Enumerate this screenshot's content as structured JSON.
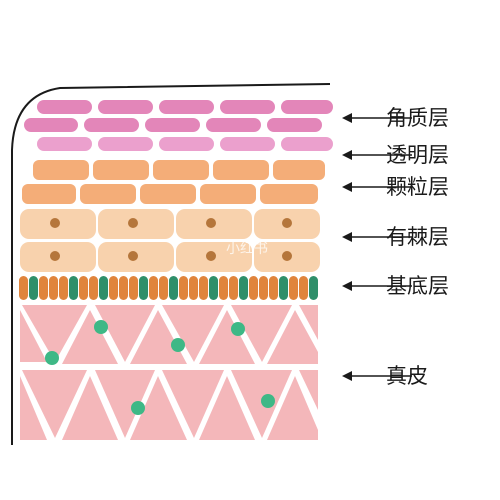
{
  "labels": {
    "stratum_corneum": "角质层",
    "stratum_lucidum": "透明层",
    "stratum_granulosum": "颗粒层",
    "stratum_spinosum": "有棘层",
    "stratum_basale": "基底层",
    "dermis": "真皮"
  },
  "watermark": "小红书",
  "colors": {
    "corneum": "#e386b9",
    "lucidum": "#eba0cd",
    "granulosum": "#f4ad78",
    "spinosum": "#f8d2ad",
    "nucleus": "#b5763b",
    "basal_orange": "#e0843c",
    "basal_green": "#2f8f6a",
    "dermis": "#f4b7ba",
    "dermis_dot": "#3eb886",
    "outline": "#1a1a1a"
  }
}
